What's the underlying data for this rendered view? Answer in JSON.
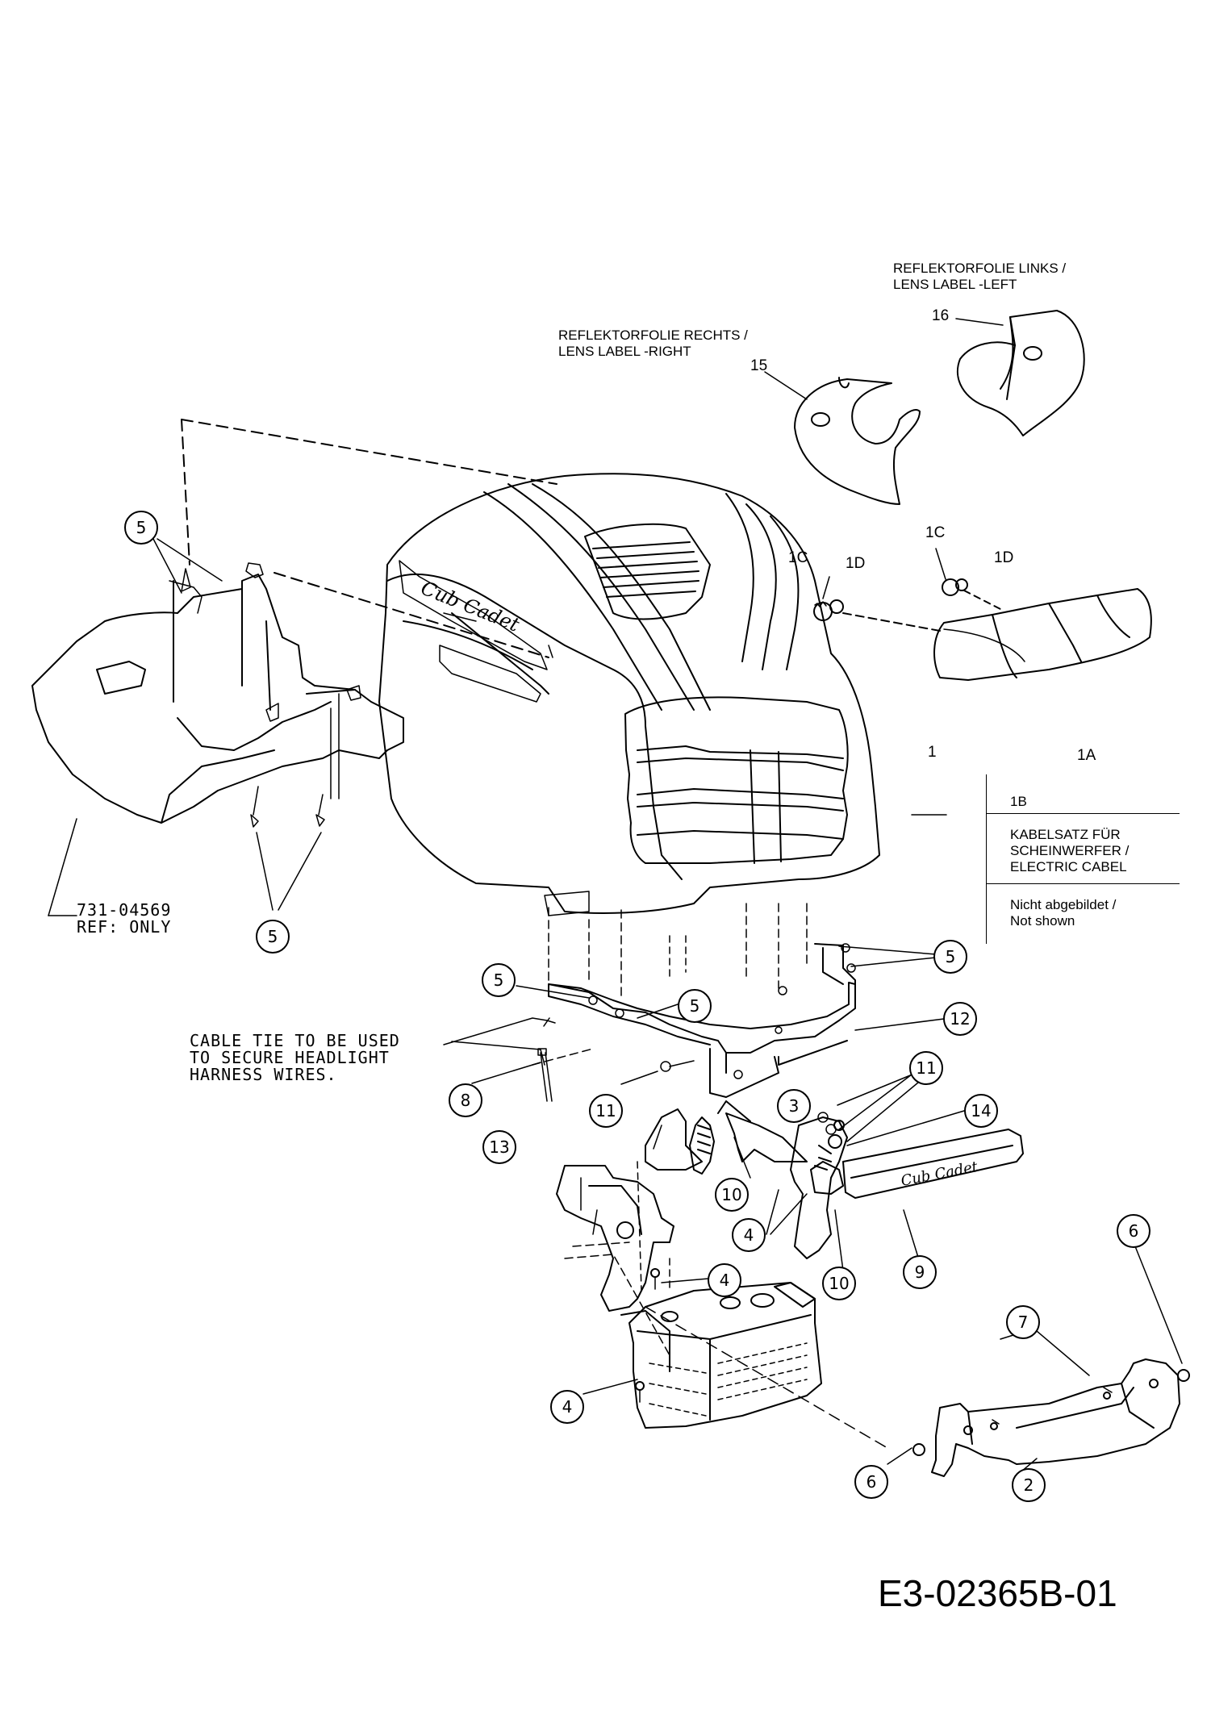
{
  "labels": {
    "lens_left": [
      "REFLEKTORFOLIE LINKS /",
      "LENS LABEL -LEFT"
    ],
    "lens_right": [
      "REFLEKTORFOLIE RECHTS /",
      "LENS LABEL -RIGHT"
    ],
    "ref_part": [
      "731-04569",
      "REF: ONLY"
    ],
    "cable_tie": [
      "CABLE TIE TO BE USED",
      "TO SECURE HEADLIGHT",
      "HARNESS WIRES."
    ],
    "legend_part": "1B",
    "legend_desc": [
      "KABELSATZ FÜR",
      "SCHEINWERFER /",
      "ELECTRIC CABEL"
    ],
    "legend_note": [
      "Nicht abgebildet /",
      "Not shown"
    ],
    "diagram_code": "E3-02365B-01"
  },
  "part_numbers": {
    "p16": "16",
    "p15": "15",
    "p1C_a": "1C",
    "p1D_a": "1D",
    "p1C_b": "1C",
    "p1D_b": "1D",
    "p1": "1",
    "p1A": "1A"
  },
  "callouts": {
    "c5_top": "5",
    "c5_bottom": "5",
    "c5_right": "5",
    "c5_mid_left": "5",
    "c5_mid": "5",
    "c12": "12",
    "c8": "8",
    "c11_left": "11",
    "c3": "3",
    "c11_right": "11",
    "c14": "14",
    "c13": "13",
    "c10_left": "10",
    "c4_mid": "4",
    "c10_right": "10",
    "c9": "9",
    "c4_low": "4",
    "c6_right": "6",
    "c7": "7",
    "c4_bottom": "4",
    "c6_bottom": "6",
    "c2": "2"
  },
  "brand_text": "Cub Cadet"
}
